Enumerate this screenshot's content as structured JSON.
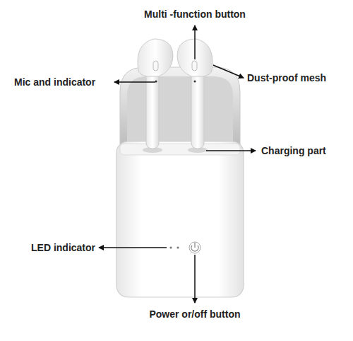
{
  "diagram": {
    "labels": [
      "Multi -function button",
      "Dust-proof mesh",
      "Mic and indicator",
      "Charging part",
      "LED indicator",
      "Power or/off button"
    ]
  }
}
